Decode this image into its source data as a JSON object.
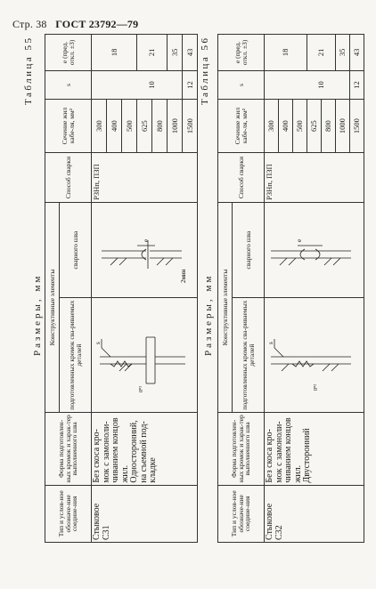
{
  "page_header": {
    "page": "Стр. 38",
    "standard": "ГОСТ 23792—79"
  },
  "sections": [
    {
      "caption": "Размеры, мм",
      "table_title": "Таблица 55",
      "headers": {
        "type": "Тип и услов-ное обозначе-ние соедине-ния",
        "form": "Форма подготовлен-ных кромок и харак-тер выполненного шва",
        "elements": "Конструктивные элементы",
        "edges": "подготовленных кромок сва-риваемых деталей",
        "weld": "сварного шва",
        "method": "Способ сварки",
        "section": "Сечение жил кабе-ля, мм²",
        "s": "s",
        "e": "e (пред. откл. ±3)"
      },
      "type_value": "Стыковое С31",
      "form_value": "Без скоса кро-мок с замоноли-чиванием концов жил. Односторонний, на съемной под-кладке",
      "method_value": "РЗНп, ПЗП",
      "sections_mm": [
        "300",
        "400",
        "500",
        "625",
        "800",
        "1000",
        "1500"
      ],
      "s_values": [
        "10",
        "12"
      ],
      "e_values": [
        "18",
        "21",
        "35",
        "43"
      ],
      "weld_label": "2мин"
    },
    {
      "caption": "Размеры, мм",
      "table_title": "Таблица 56",
      "headers": {
        "type": "Тип и услов-ное обозначе-ние соедине-ния",
        "form": "Форма подготовлен-ных кромок и харак-тер выполненного шва",
        "elements": "Конструктивные элементы",
        "edges": "подготовленных кромок сва-риваемых деталей",
        "weld": "сварного шва",
        "method": "Способ сварки",
        "section": "Сечение жил кабе-ля, мм²",
        "s": "s",
        "e": "e (пред. откл. ±3)"
      },
      "type_value": "Стыковое С32",
      "form_value": "Без скоса кро-мок с замоноли-чиванием концов жил. Двусторонний",
      "method_value": "РЗНп, ПЗП",
      "sections_mm": [
        "300",
        "400",
        "500",
        "625",
        "800",
        "1000",
        "1500"
      ],
      "s_values": [
        "10",
        "12"
      ],
      "e_values": [
        "18",
        "21",
        "35",
        "43"
      ]
    }
  ],
  "drawing_labels": {
    "e": "e",
    "s": "s",
    "angle": "0°²"
  }
}
